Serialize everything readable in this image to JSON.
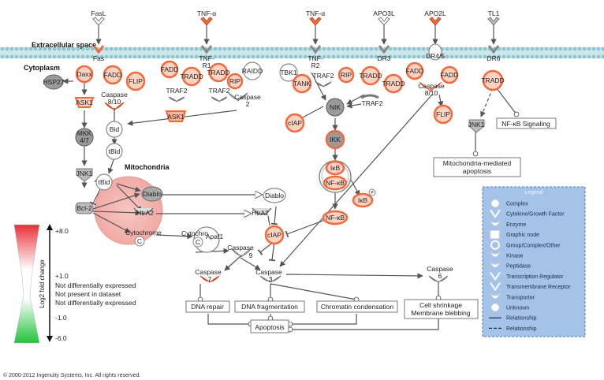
{
  "compartments": {
    "extracellular": "Extracellular space",
    "cytoplasm": "Cytoplasm",
    "mitochondria": "Mitochondria"
  },
  "colors": {
    "membrane": "#a9d4dc",
    "up": "#f26a3c",
    "gray": "#9a9a9a",
    "legend_bg": "#9fbfe6",
    "mito": "#f4b5b0"
  },
  "scale": {
    "title": "Log2 fold change",
    "ticks": [
      "+8.0",
      "+1.0",
      "Not differentially expressed",
      "Not present in dataset",
      "Not differentially expressed",
      "-1.0",
      "-6.0"
    ]
  },
  "legend": {
    "title": "Legend",
    "items": [
      "Complex",
      "Cytokine/Growth Factor",
      "Enzyme",
      "Graphic node",
      "Group/Complex/Other",
      "Kinase",
      "Peptidase",
      "Transcription Regulator",
      "Transmembrane Receptor",
      "Transporter",
      "Unknown",
      "Relationship",
      "Relationship"
    ]
  },
  "boxes": {
    "nfkb_signaling": "NF-κB Signaling",
    "mito_apoptosis_1": "Mitochondria-mediated",
    "mito_apoptosis_2": "apoptosis",
    "dna_repair": "DNA repair",
    "dna_frag": "DNA fragmentation",
    "chromatin": "Chromatin condensation",
    "cell_shrink_1": "Cell shrinkage",
    "cell_shrink_2": "Membrane blebbing",
    "apoptosis": "Apoptosis"
  },
  "nodes": {
    "fasl": "FasL",
    "tnfa1": "TNF-α",
    "tnfa2": "TNF-α",
    "apo3l": "APO3L",
    "apo2l": "APO2L",
    "tl1": "TL1",
    "fas": "Fas",
    "tnfr1_1": "TNF-",
    "tnfr1_2": "R1",
    "tnfr2_1": "TNF-",
    "tnfr2_2": "R2",
    "dr3": "DR3",
    "dr45": "DR4/5",
    "dr6": "DR6",
    "hsp27": "HSP27",
    "daxx": "Daxx",
    "fadd1": "FADD",
    "flip1": "FLIP",
    "fadd2": "FADD",
    "tradd1": "TRADD",
    "tradd2": "TRADD",
    "rip1": "RIP",
    "raidd": "RAIDD",
    "tbk1": "TBK1",
    "traf2a": "TRAF2",
    "tank": "TANK",
    "rip2": "RIP",
    "tradd3": "TRADD",
    "tradd4": "TRADD",
    "fadd3": "FADD",
    "fadd4": "FADD",
    "tradd5": "TRADD",
    "ask1a": "ASK1",
    "casp810a_1": "Caspase",
    "casp810a_2": "8/10",
    "traf2b": "TRAF2",
    "traf2c": "TRAF2",
    "ask1b": "ASK1",
    "casp2_1": "Caspase",
    "casp2_2": "2",
    "traf2d": "TRAF2",
    "nik": "NIK",
    "casp810b_1": "Caspase",
    "casp810b_2": "8/10",
    "ciap1": "cIAP",
    "flip2": "FLIP",
    "jnk1b": "JNK1",
    "bid": "Bid",
    "tbid1": "tBid",
    "mkk47_1": "MKK",
    "mkk47_2": "4/7",
    "ikk": "IKK",
    "ikb1": "IκB",
    "nfkb1": "NF-κB",
    "ikb2": "IκB",
    "p": "P",
    "jnk1a": "JNK1",
    "tbid2": "tBid",
    "diablo1": "Diablo",
    "diablo2": "Diablo",
    "bcl2": "Bcl-2",
    "htra2a": "HtrA2",
    "htra2b": "HtrA2",
    "nfkb2": "NF-κB",
    "cytc1": "Cytochrome",
    "cytc1c": "C",
    "cytc2": "Cytochro",
    "cytc2c": "C",
    "apaf1": "Apaf1",
    "ciap2": "cIAP",
    "casp9_1": "Caspase",
    "casp9_2": "9",
    "casp7_1": "Caspase",
    "casp7_2": "7",
    "casp3_1": "Caspase",
    "casp3_2": "3",
    "casp6_1": "Caspase",
    "casp6_2": "6"
  },
  "copyright": "© 2000-2012 Ingenuity Systems, Inc. All rights reserved."
}
